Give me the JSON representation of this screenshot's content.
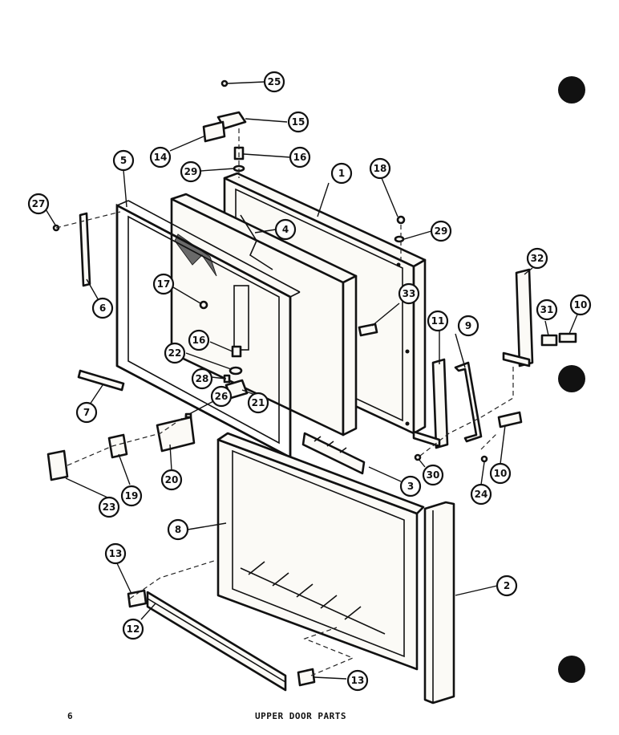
{
  "page": {
    "number": "6",
    "caption": "UPPER DOOR PARTS"
  },
  "callouts": [
    {
      "n": "1"
    },
    {
      "n": "2"
    },
    {
      "n": "3"
    },
    {
      "n": "4"
    },
    {
      "n": "5"
    },
    {
      "n": "6"
    },
    {
      "n": "7"
    },
    {
      "n": "8"
    },
    {
      "n": "9"
    },
    {
      "n": "10"
    },
    {
      "n": "10"
    },
    {
      "n": "11"
    },
    {
      "n": "12"
    },
    {
      "n": "13"
    },
    {
      "n": "13"
    },
    {
      "n": "14"
    },
    {
      "n": "15"
    },
    {
      "n": "16"
    },
    {
      "n": "16"
    },
    {
      "n": "17"
    },
    {
      "n": "18"
    },
    {
      "n": "19"
    },
    {
      "n": "20"
    },
    {
      "n": "21"
    },
    {
      "n": "22"
    },
    {
      "n": "23"
    },
    {
      "n": "24"
    },
    {
      "n": "25"
    },
    {
      "n": "26"
    },
    {
      "n": "27"
    },
    {
      "n": "28"
    },
    {
      "n": "29"
    },
    {
      "n": "29"
    },
    {
      "n": "30"
    },
    {
      "n": "31"
    },
    {
      "n": "32"
    },
    {
      "n": "33"
    }
  ]
}
